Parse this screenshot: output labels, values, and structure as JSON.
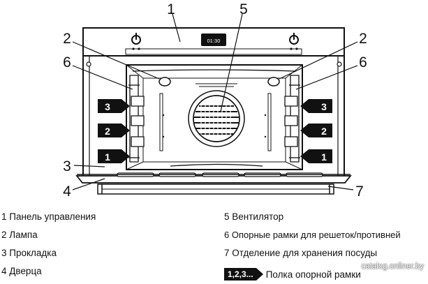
{
  "diagram": {
    "callouts": {
      "c1": "1",
      "c2": "2",
      "c3": "3",
      "c4": "4",
      "c5": "5",
      "c6": "6",
      "c7": "7"
    },
    "display_time": "01:30",
    "shelf_tabs": [
      "3",
      "2",
      "1"
    ]
  },
  "legend": [
    "1 Панель управления",
    "2 Лампа",
    "3 Прокладка",
    "4 Дверца",
    "5 Вентилятор",
    "6 Опорные рамки для решеток/противней",
    "7 Отделение для хранения посуды"
  ],
  "shelf_key": {
    "badge": "1,2,3...",
    "text": "Полка опорной рамки"
  },
  "watermark": "catalog.onliner.by"
}
